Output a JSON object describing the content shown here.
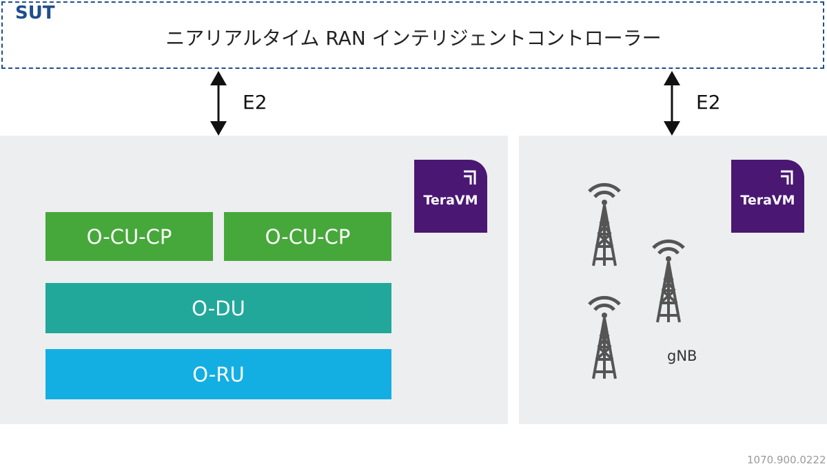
{
  "sut": {
    "label": "SUT",
    "title": "ニアリアルタイム RAN インテリジェントコントローラー"
  },
  "interfaces": {
    "left_label": "E2",
    "right_label": "E2"
  },
  "left_panel": {
    "logo_text": "TeraVM",
    "blocks": [
      "O-CU-CP",
      "O-CU-CP",
      "O-DU",
      "O-RU"
    ]
  },
  "right_panel": {
    "logo_text": "TeraVM",
    "gnb_label": "gNB",
    "tower_count": 3
  },
  "doc_code": "1070.900.0222",
  "colors": {
    "sut_border": "#1f4e8c",
    "panel_bg": "#eceeef",
    "cu": "#46a83a",
    "du": "#21a89a",
    "ru": "#14afe2",
    "logo_bg": "#4a1873",
    "tower": "#555555"
  }
}
